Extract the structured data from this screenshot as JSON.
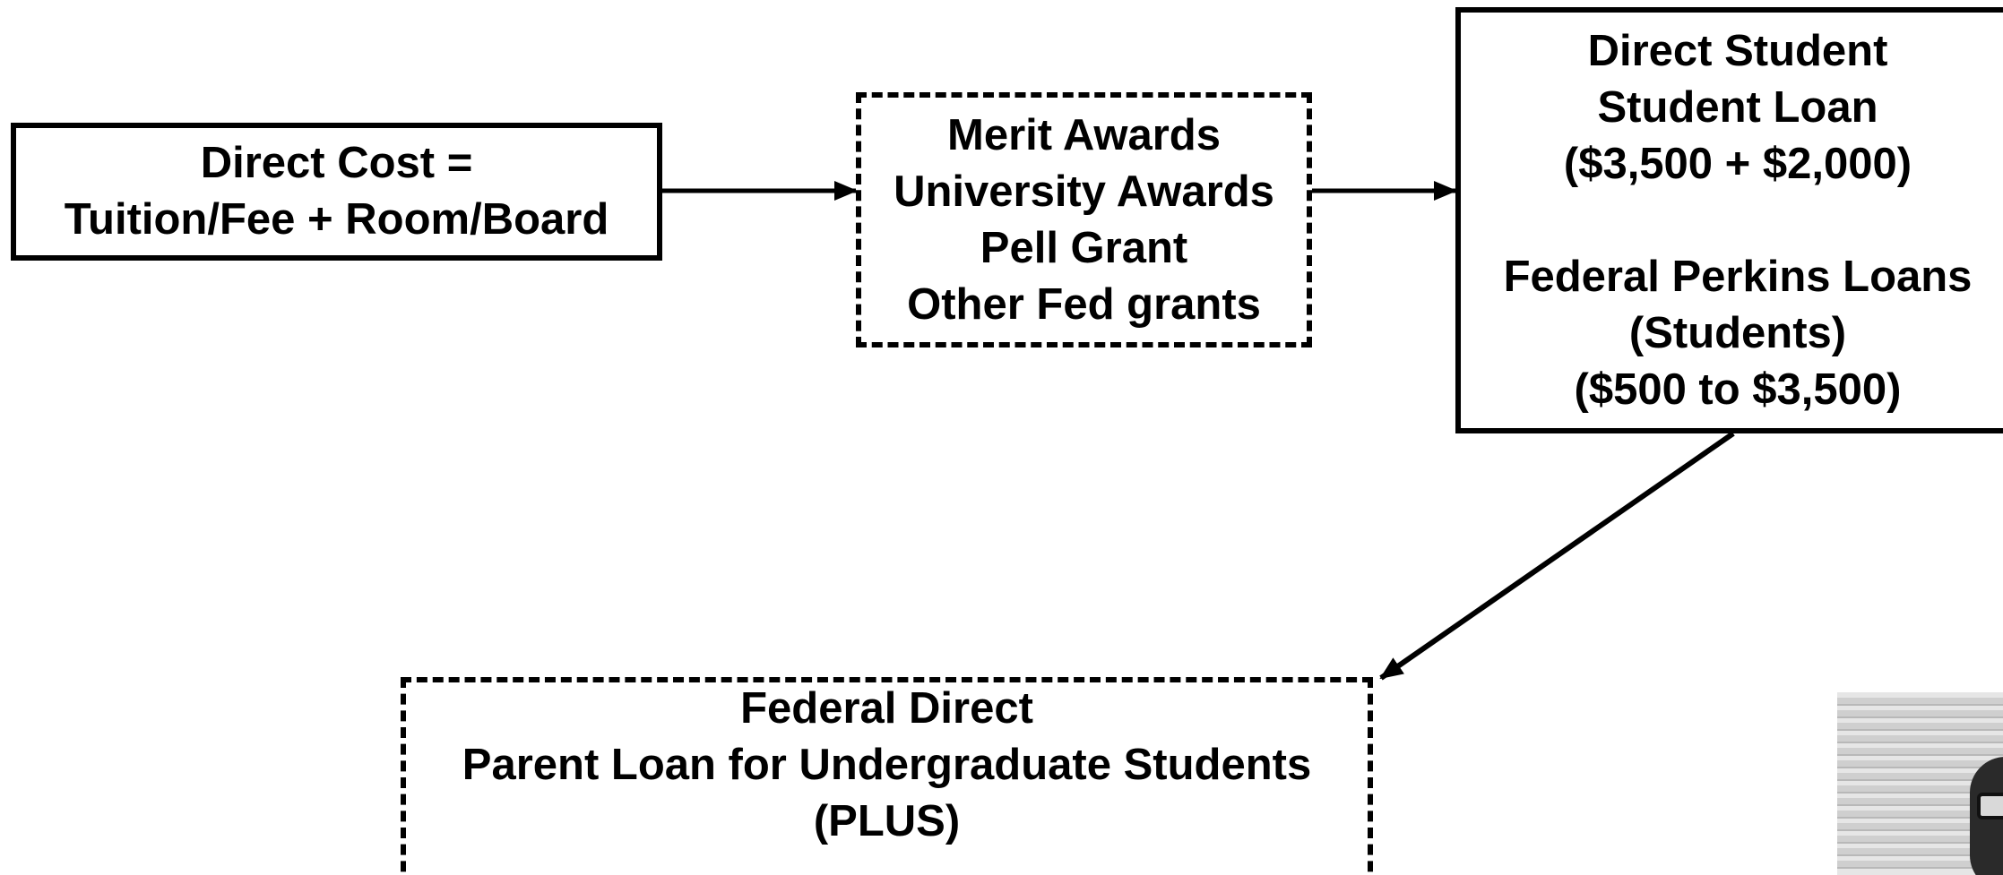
{
  "diagram": {
    "direct_cost": {
      "line1": "Direct Cost =",
      "line2": "Tuition/Fee + Room/Board"
    },
    "grants": {
      "line1": "Merit Awards",
      "line2": "University Awards",
      "line3": "Pell Grant",
      "line4": "Other Fed grants"
    },
    "student_loans": {
      "line1": "Direct Student",
      "line2": "Student Loan",
      "line3": "($3,500 + $2,000)",
      "line4": "Federal Perkins Loans",
      "line5": "(Students)",
      "line6": "($500 to $3,500)"
    },
    "parent_loan": {
      "line1": "Federal Direct",
      "line2": "Parent Loan for Undergraduate Students",
      "line3": "(PLUS)"
    }
  },
  "colors": {
    "stroke": "#000000",
    "background": "#ffffff"
  },
  "icons": {
    "webcam": "webcam-person-icon"
  }
}
